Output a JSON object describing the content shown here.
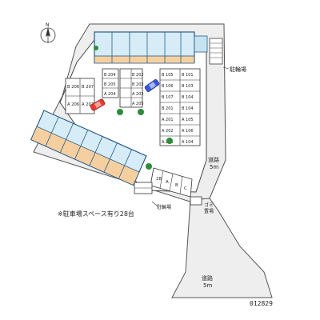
{
  "map": {
    "compass_label": "N",
    "parking_note": "※駐車場スペース有り28台",
    "map_id": "012829",
    "road_east": {
      "line1": "道路",
      "line2": "5m"
    },
    "road_south": {
      "line1": "道路",
      "line2": "5m"
    },
    "bike_parking_top": "駐輪場",
    "bike_parking_bottom": "駐輪場",
    "garbage": {
      "line1": "ゴミ",
      "line2": "置場"
    },
    "entrance_sign": "",
    "parking_left": [
      "B 206",
      "A 206",
      "B 207",
      "A 207"
    ],
    "parking_mid_a": [
      "B 204",
      "B 205",
      "A 204"
    ],
    "parking_mid_b": [
      "B 202",
      "B 203",
      "A 203",
      "A 205"
    ],
    "parking_right_a": [
      "B 105",
      "B 106",
      "B 107",
      "B 201",
      "A 201",
      "A 202",
      "A 201"
    ],
    "parking_right_b": [
      "B 101",
      "B 103",
      "B 104",
      "B 104",
      "A 105",
      "A 106",
      "A 104"
    ],
    "bottom_spots": [
      "28",
      "A",
      "B",
      "C"
    ],
    "colors": {
      "building": "#d6ecf7",
      "building_edge": "#2a5d87",
      "balcony": "#f6cfa0",
      "road": "#eeeeee",
      "lot": "#ffffff",
      "car_red": "#e43b32",
      "car_blue": "#3b57d8",
      "tree": "#2e8b3a",
      "green": "#9fcc7a"
    }
  }
}
